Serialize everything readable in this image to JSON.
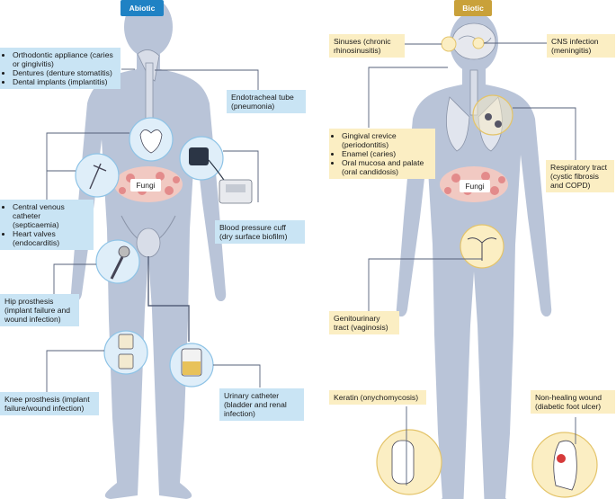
{
  "headers": {
    "abiotic": "Abiotic",
    "biotic": "Biotic"
  },
  "fungi_label": "Fungi",
  "colors": {
    "abiotic": "#1f82c4",
    "biotic": "#c9a13a",
    "blue_box": "#c9e4f4",
    "yellow_box": "#fbeec3",
    "body": "#b9c4d8"
  },
  "abiotic": {
    "oral_items": [
      "Orthodontic appliance (caries or gingivitis)",
      "Dentures (denture stomatitis)",
      "Dental implants (implantitis)"
    ],
    "endotracheal": "Endotracheal tube (pneumonia)",
    "cardio_items": [
      "Central venous catheter (septicaemia)",
      "Heart valves (endocarditis)"
    ],
    "bp_cuff": "Blood pressure cuff (dry surface biofilm)",
    "hip": "Hip prosthesis (implant failure and wound infection)",
    "knee": "Knee prosthesis (implant failure/wound infection)",
    "urinary": "Urinary catheter (bladder and renal infection)"
  },
  "biotic": {
    "sinuses": "Sinuses (chronic rhinosinusitis)",
    "cns": "CNS infection (meningitis)",
    "oral_items": [
      "Gingival crevice (periodontitis)",
      "Enamel (caries)",
      "Oral mucosa and palate (oral candidosis)"
    ],
    "respiratory": "Respiratory tract (cystic fibrosis and COPD)",
    "genitourinary": "Genitourinary tract (vaginosis)",
    "keratin": "Keratin (onychomycosis)",
    "wound": "Non-healing wound (diabetic foot ulcer)"
  }
}
